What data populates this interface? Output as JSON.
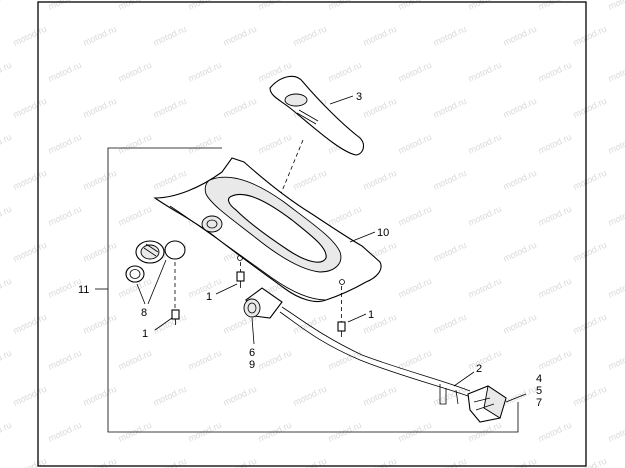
{
  "watermark": "motod.ru",
  "callouts": {
    "c1a": "1",
    "c1b": "1",
    "c1c": "1",
    "c2": "2",
    "c3": "3",
    "c4": "4",
    "c5": "5",
    "c6": "6",
    "c7": "7",
    "c8": "8",
    "c9": "9",
    "c10": "10",
    "c11": "11"
  }
}
